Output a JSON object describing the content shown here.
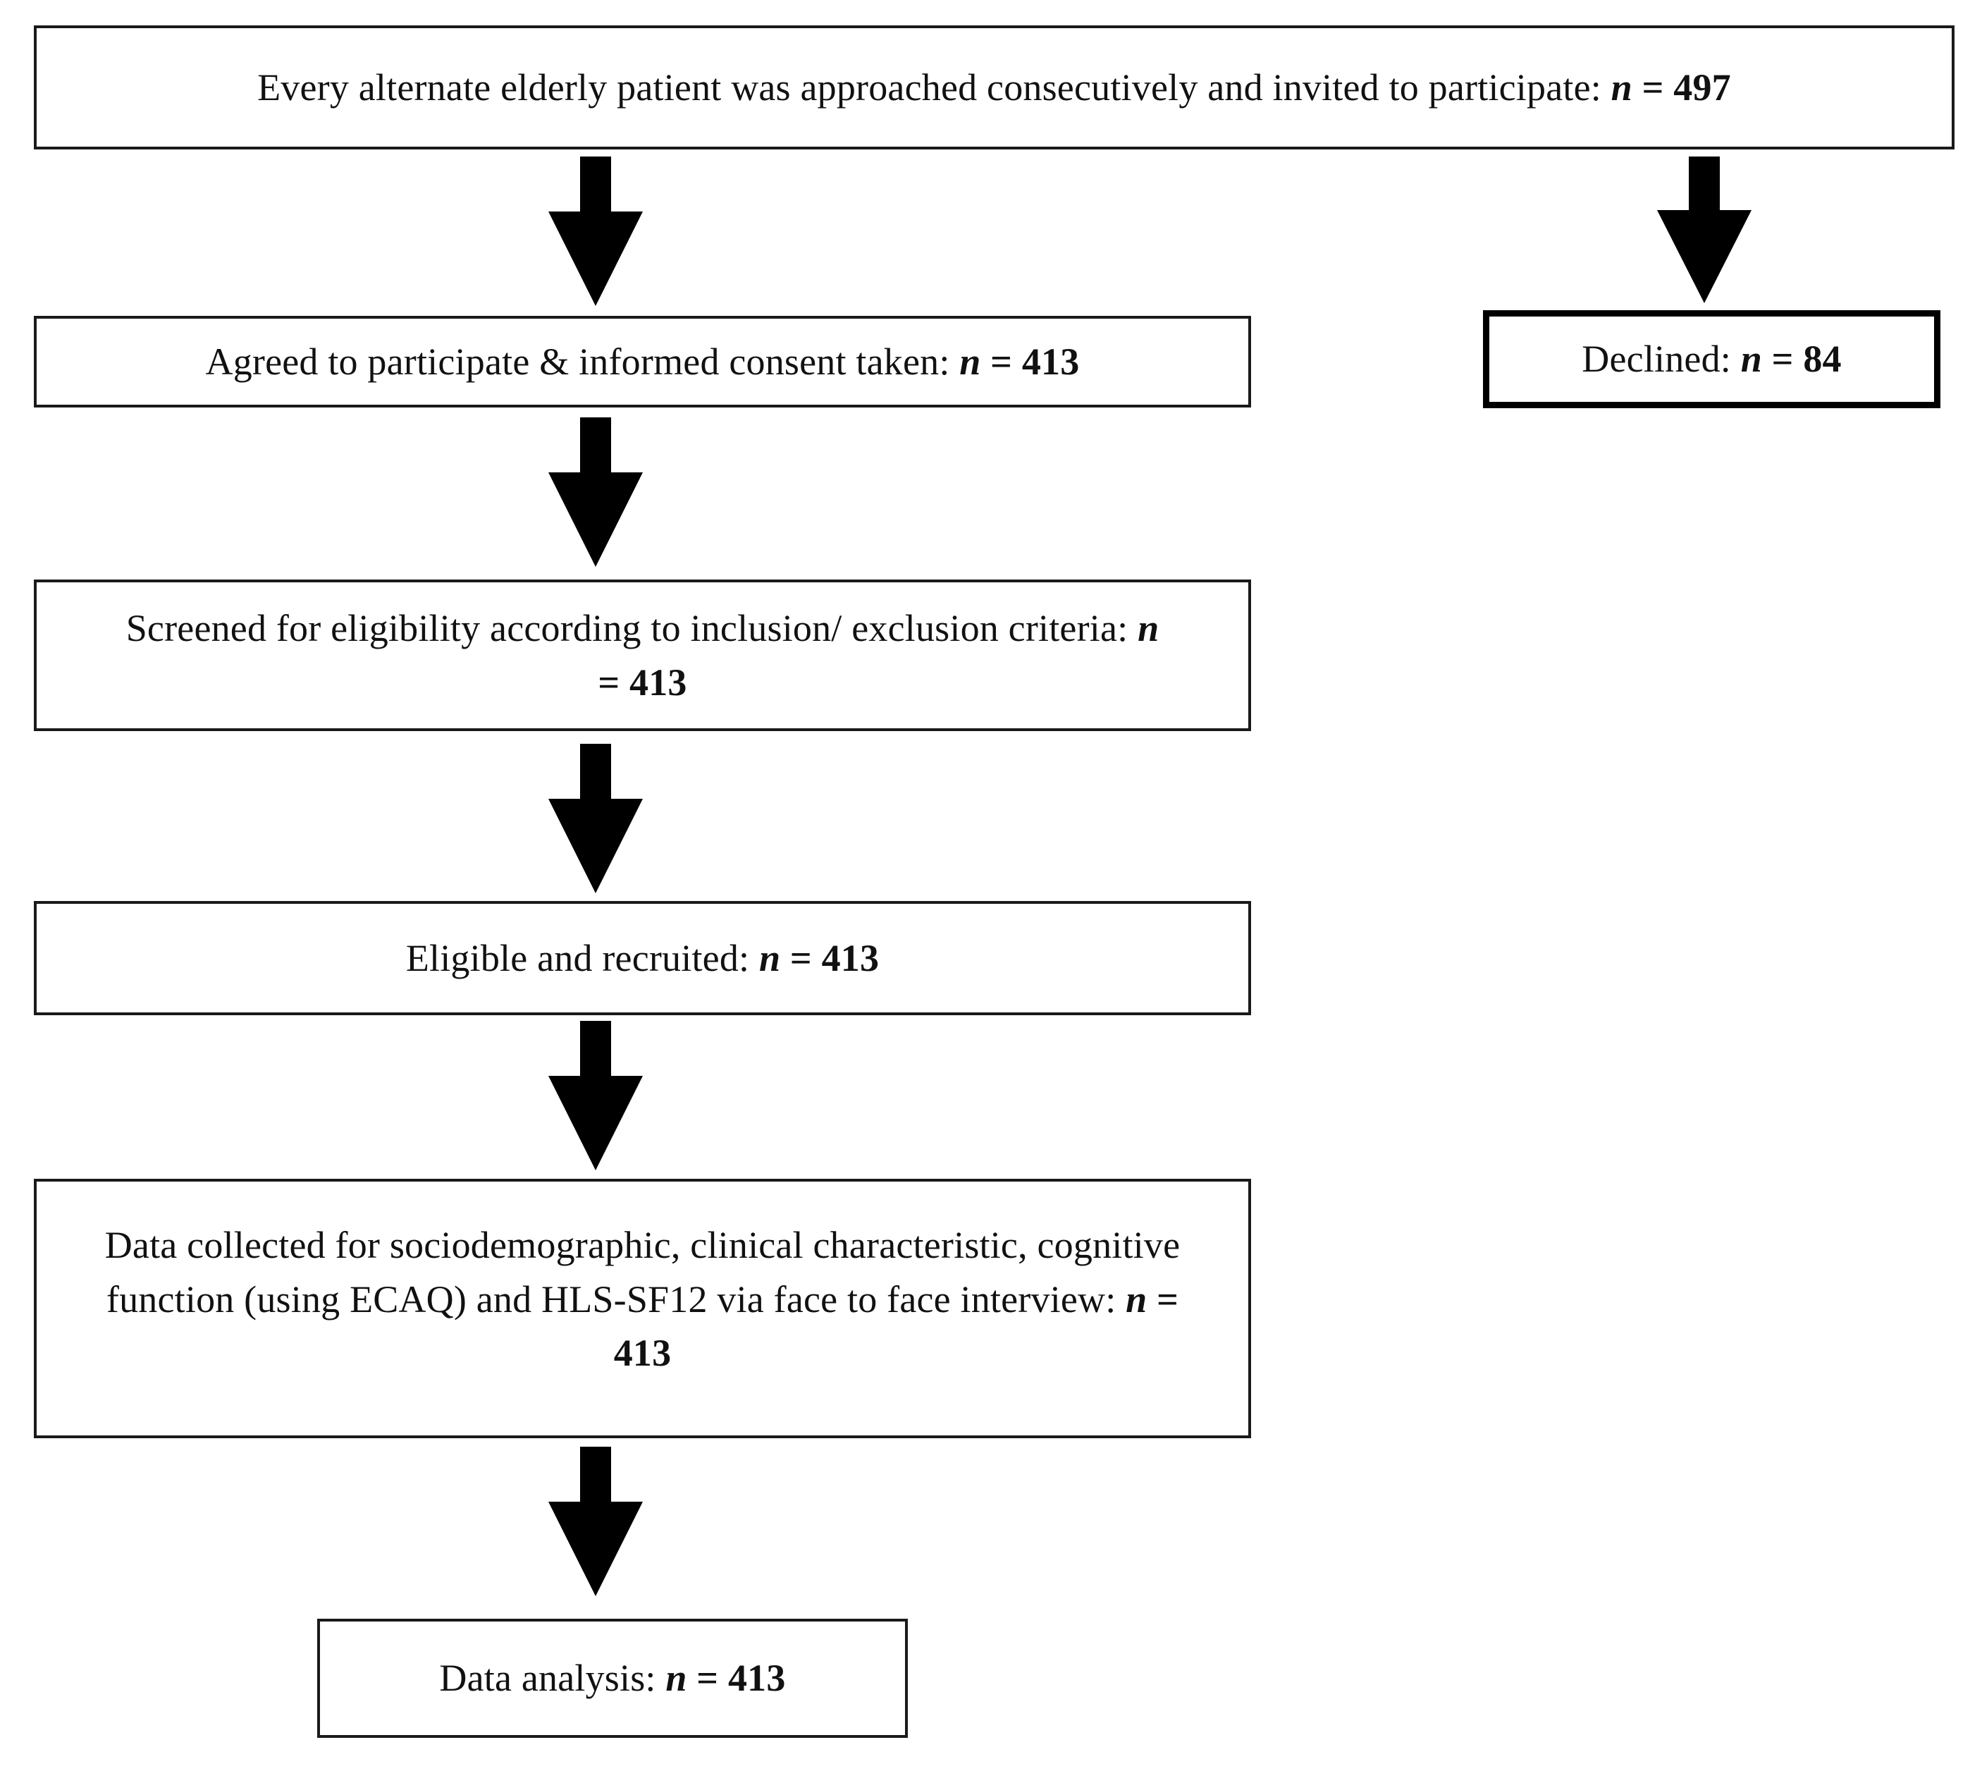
{
  "figure": {
    "type": "flowchart",
    "title": "Participant recruitment and data collection flow",
    "orientation": "top-to-bottom",
    "background_color": "#ffffff",
    "line_color": "#000000",
    "text_color": "#111111"
  },
  "nodes": [
    {
      "id": "approached",
      "text_prefix": "Every alternate elderly patient was approached consecutively and invited to participate: ",
      "n_symbol": "n",
      "equals": " = ",
      "n_value": "497",
      "full_text": "Every alternate elderly patient was approached consecutively and invited to participate: n = 497",
      "border": "thin"
    },
    {
      "id": "agreed",
      "text_prefix": "Agreed to participate & informed consent taken: ",
      "n_symbol": "n",
      "equals": " = ",
      "n_value": "413",
      "full_text": "Agreed to participate & informed consent taken: n = 413",
      "border": "thin"
    },
    {
      "id": "declined",
      "text_prefix": "Declined: ",
      "n_symbol": "n",
      "equals": " = ",
      "n_value": "84",
      "full_text": "Declined: n = 84",
      "border": "thick"
    },
    {
      "id": "screened",
      "text_prefix": "Screened for eligibility according to inclusion/ exclusion criteria: ",
      "n_symbol": "n",
      "equals": " = ",
      "n_value": "413",
      "full_text": "Screened for eligibility according to inclusion/ exclusion criteria: n = 413",
      "border": "thin"
    },
    {
      "id": "eligible",
      "text_prefix": "Eligible and recruited: ",
      "n_symbol": "n",
      "equals": " = ",
      "n_value": "413",
      "full_text": "Eligible and recruited: n = 413",
      "border": "thin"
    },
    {
      "id": "data-collected",
      "text_prefix": "Data collected for sociodemographic, clinical characteristic, cognitive function (using ECAQ) and HLS-SF12 via face to face interview: ",
      "n_symbol": "n",
      "equals": " = ",
      "n_value": "413",
      "full_text": "Data collected for sociodemographic, clinical characteristic, cognitive function (using ECAQ) and HLS-SF12 via face to face interview: n = 413",
      "border": "thin"
    },
    {
      "id": "data-analysis",
      "text_prefix": "Data analysis: ",
      "n_symbol": "n",
      "equals": " = ",
      "n_value": "413",
      "full_text": "Data analysis: n = 413",
      "border": "thin"
    }
  ],
  "connectors": [
    {
      "id": "approached-to-agreed",
      "from": "approached",
      "to": "agreed",
      "icon": "down-arrow-icon"
    },
    {
      "id": "approached-to-declined",
      "from": "approached",
      "to": "declined",
      "icon": "down-arrow-icon"
    },
    {
      "id": "agreed-to-screened",
      "from": "agreed",
      "to": "screened",
      "icon": "down-arrow-icon"
    },
    {
      "id": "screened-to-eligible",
      "from": "screened",
      "to": "eligible",
      "icon": "down-arrow-icon"
    },
    {
      "id": "eligible-to-data-collected",
      "from": "eligible",
      "to": "data-collected",
      "icon": "down-arrow-icon"
    },
    {
      "id": "data-collected-to-data-analysis",
      "from": "data-collected",
      "to": "data-analysis",
      "icon": "down-arrow-icon"
    }
  ]
}
